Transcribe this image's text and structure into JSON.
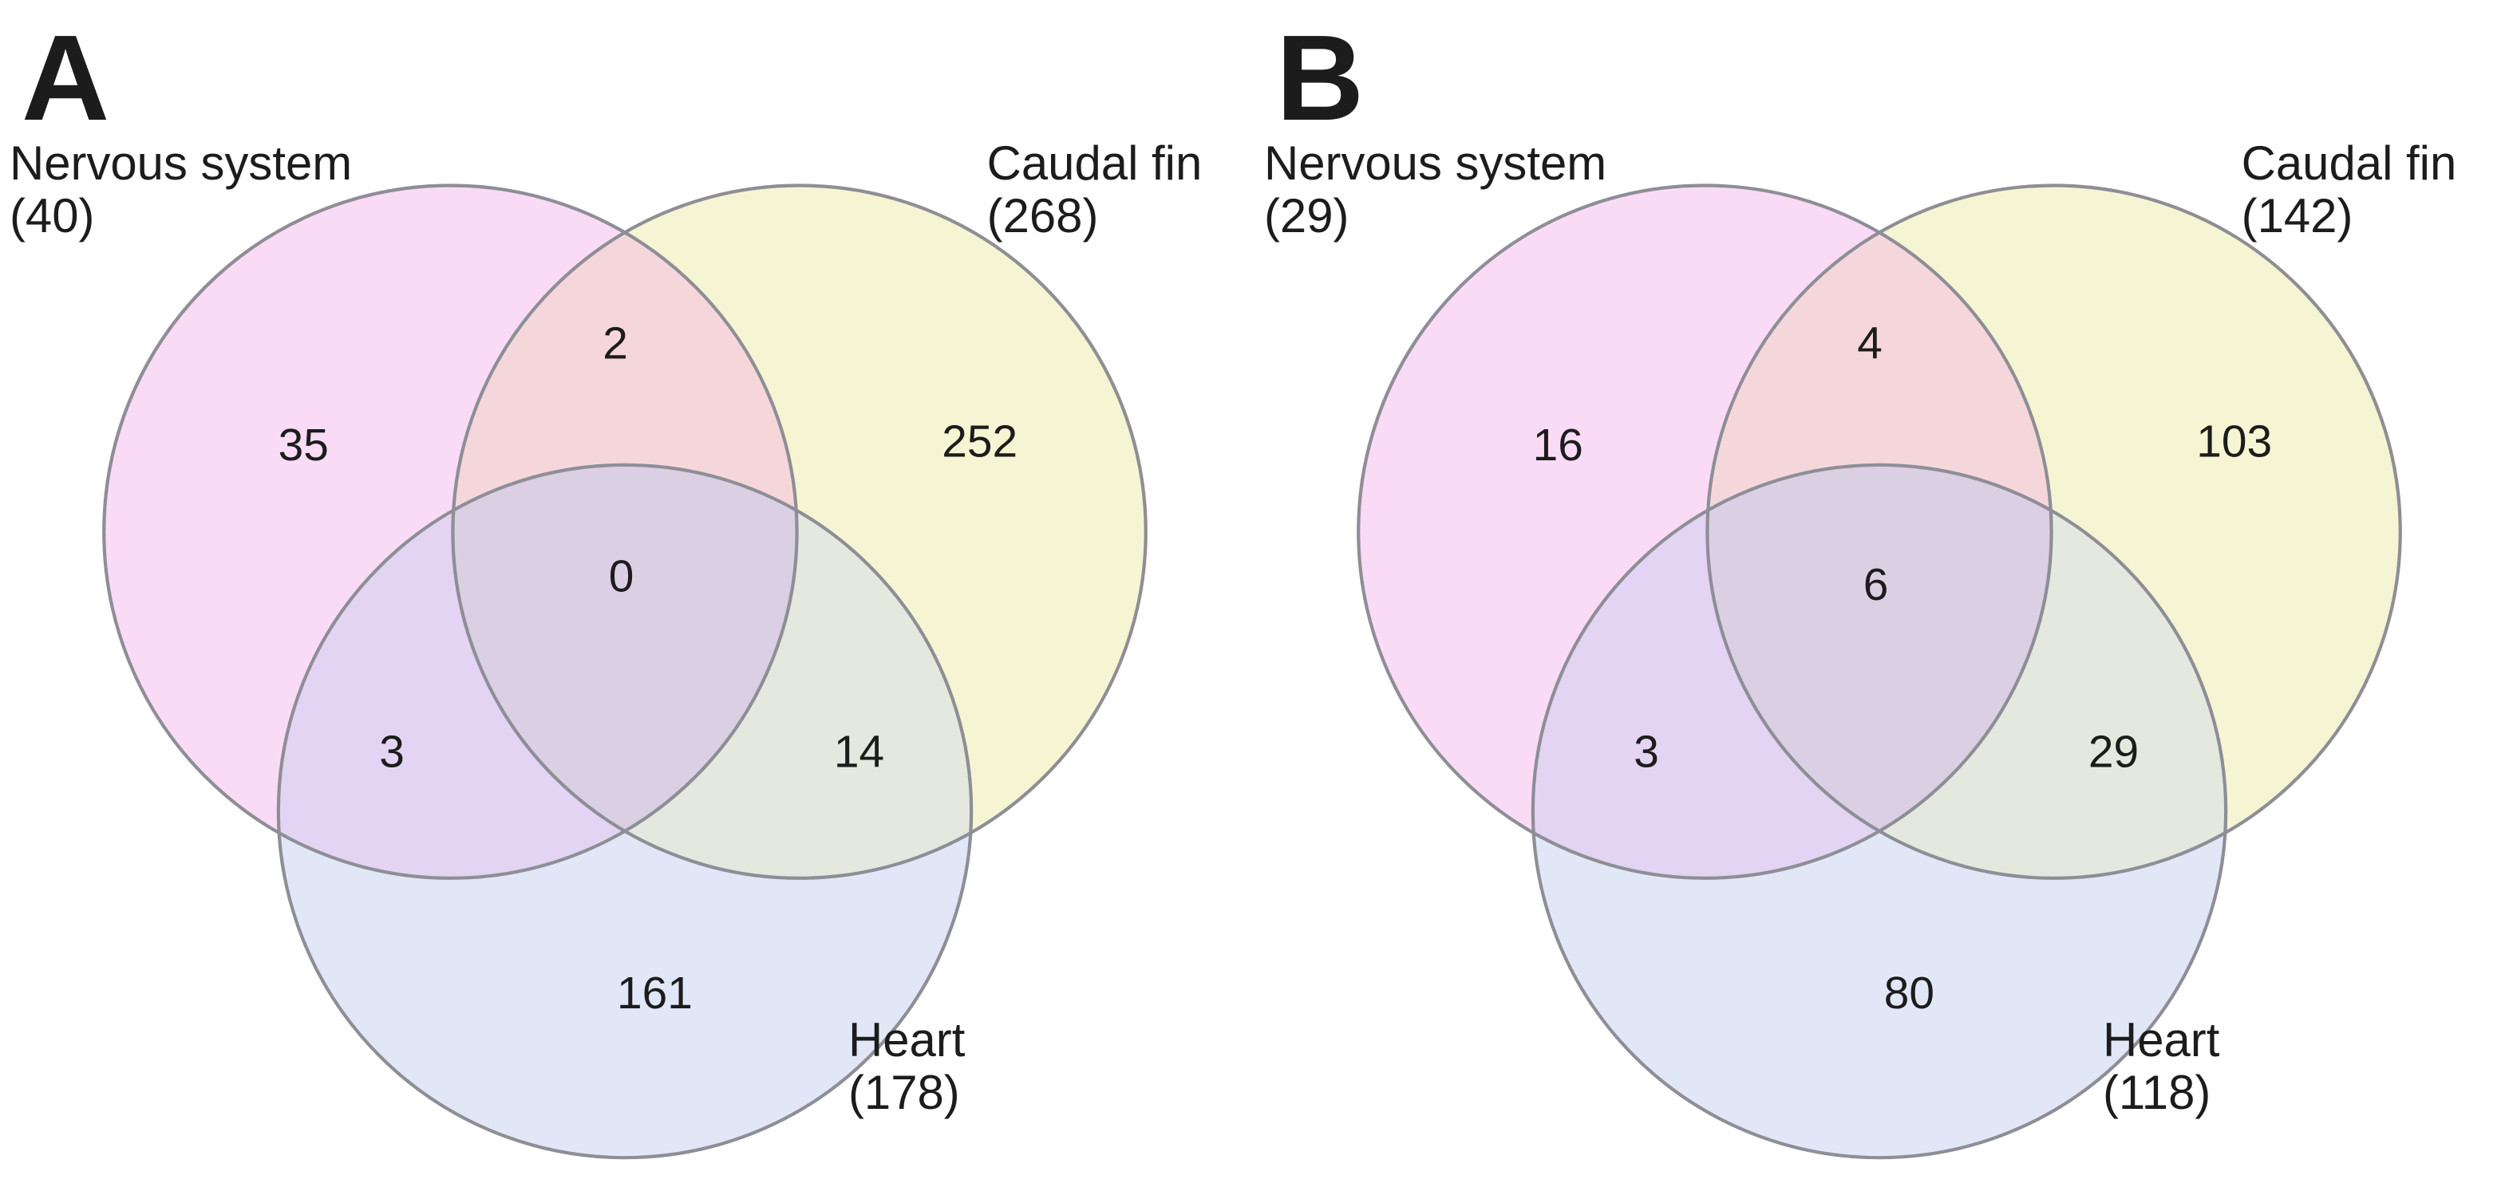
{
  "colors": {
    "background": "#ffffff",
    "circle_stroke": "#8e8e96",
    "text": "#1c1c1c",
    "regions": {
      "nervous_only": "#fadbf6",
      "caudal_only": "#f5f5d3",
      "heart_only": "#e2e7f8",
      "nervous_caudal": "#f5d7db",
      "nervous_heart": "#e2d4f2",
      "caudal_heart": "#e4e8de",
      "all_three": "#dbcfe3"
    }
  },
  "panels": [
    {
      "letter": "A",
      "sets": [
        {
          "name": "Nervous system",
          "count_label": "(40)"
        },
        {
          "name": "Caudal fin",
          "count_label": "(268)"
        },
        {
          "name": "Heart",
          "count_label": "(178)"
        }
      ],
      "regions": {
        "nervous_only": 35,
        "nervous_caudal": 2,
        "caudal_only": 252,
        "nervous_heart": 3,
        "all_three": 0,
        "caudal_heart": 14,
        "heart_only": 161
      }
    },
    {
      "letter": "B",
      "sets": [
        {
          "name": "Nervous system",
          "count_label": "(29)"
        },
        {
          "name": "Caudal fin",
          "count_label": "(142)"
        },
        {
          "name": "Heart",
          "count_label": "(118)"
        }
      ],
      "regions": {
        "nervous_only": 16,
        "nervous_caudal": 4,
        "caudal_only": 103,
        "nervous_heart": 3,
        "all_three": 6,
        "caudal_heart": 29,
        "heart_only": 80
      }
    }
  ],
  "chart_data": [
    {
      "type": "venn",
      "panel": "A",
      "sets": [
        {
          "label": "Nervous system",
          "total": 40
        },
        {
          "label": "Caudal fin",
          "total": 268
        },
        {
          "label": "Heart",
          "total": 178
        }
      ],
      "intersections": {
        "nervous_only": 35,
        "caudal_only": 252,
        "heart_only": 161,
        "nervous_and_caudal": 2,
        "nervous_and_heart": 3,
        "caudal_and_heart": 14,
        "all_three": 0
      }
    },
    {
      "type": "venn",
      "panel": "B",
      "sets": [
        {
          "label": "Nervous system",
          "total": 29
        },
        {
          "label": "Caudal fin",
          "total": 142
        },
        {
          "label": "Heart",
          "total": 118
        }
      ],
      "intersections": {
        "nervous_only": 16,
        "caudal_only": 103,
        "heart_only": 80,
        "nervous_and_caudal": 4,
        "nervous_and_heart": 3,
        "caudal_and_heart": 29,
        "all_three": 6
      }
    }
  ]
}
